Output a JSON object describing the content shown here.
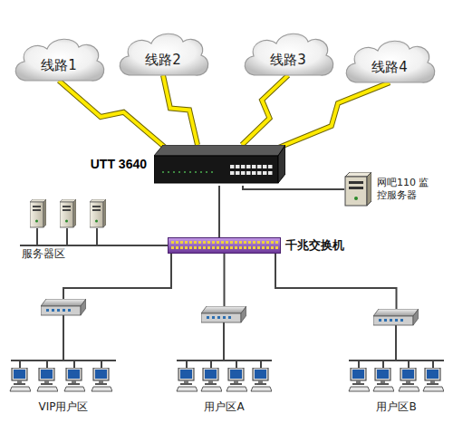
{
  "diagram": {
    "nodes": [
      {
        "text": [
          "线路1"
        ]
      },
      {
        "text": [
          "线路2"
        ]
      },
      {
        "text": [
          "线路3"
        ]
      },
      {
        "text": [
          "线路4"
        ]
      },
      {
        "text": [
          "UTT 3640"
        ]
      },
      {
        "text": [
          "网吧110 监控服务器"
        ]
      },
      {
        "text": [
          "服务器区"
        ]
      },
      {
        "text": [
          "千兆交换机"
        ]
      },
      {
        "text": [
          "VIP用户区"
        ]
      },
      {
        "text": [
          "用户区A"
        ]
      },
      {
        "text": [
          "用户区B"
        ]
      }
    ],
    "edges": [
      {
        "from": 0,
        "to": 4,
        "arrow": "none"
      },
      {
        "from": 1,
        "to": 4,
        "arrow": "none"
      },
      {
        "from": 2,
        "to": 4,
        "arrow": "none"
      },
      {
        "from": 3,
        "to": 4,
        "arrow": "none"
      },
      {
        "from": 4,
        "to": 5,
        "arrow": "none"
      },
      {
        "from": 4,
        "to": 7,
        "arrow": "none"
      },
      {
        "from": 7,
        "to": 6,
        "arrow": "none"
      },
      {
        "from": 7,
        "to": 8,
        "arrow": "none"
      },
      {
        "from": 7,
        "to": 9,
        "arrow": "none"
      },
      {
        "from": 7,
        "to": 10,
        "arrow": "none"
      }
    ]
  }
}
